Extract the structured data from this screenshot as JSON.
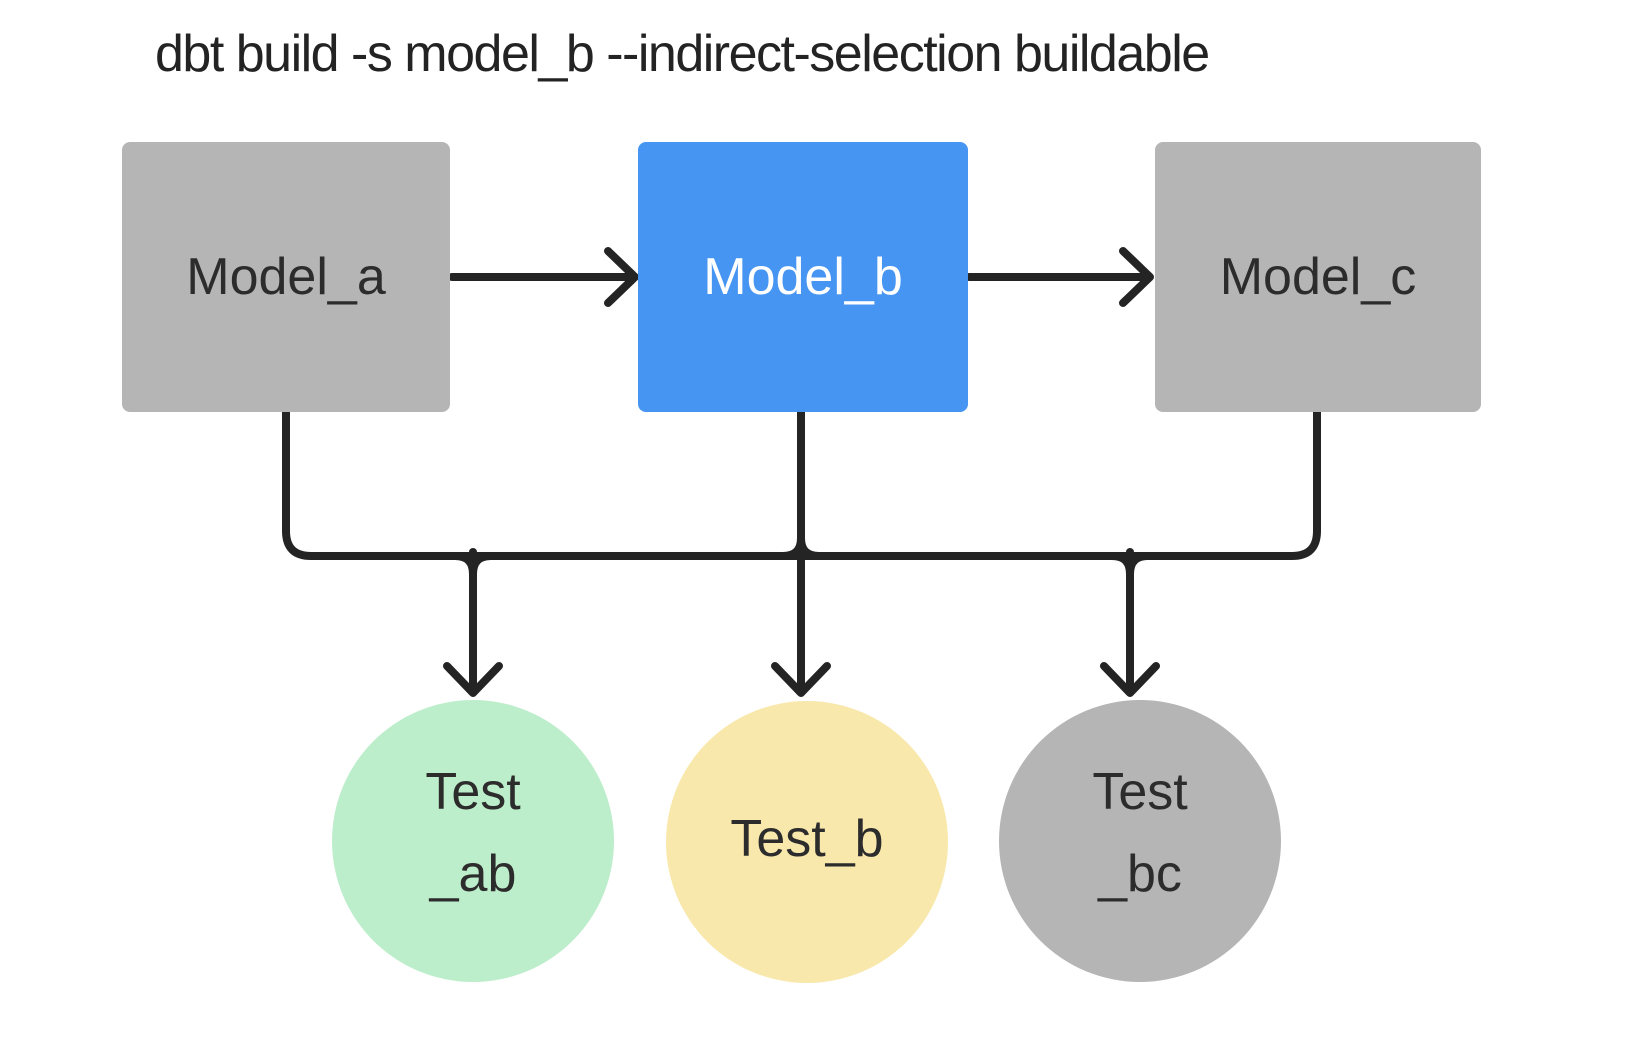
{
  "title": "dbt build -s model_b --indirect-selection buildable",
  "models": [
    {
      "label": "Model_a",
      "fill": "#b5b5b5",
      "text_color": "#2c2c2c"
    },
    {
      "label": "Model_b",
      "fill": "#4795f2",
      "text_color": "#ffffff"
    },
    {
      "label": "Model_c",
      "fill": "#b5b5b5",
      "text_color": "#2c2c2c"
    }
  ],
  "tests": [
    {
      "lines": [
        "Test",
        "_ab"
      ],
      "fill": "#bdeecb"
    },
    {
      "lines": [
        "Test_b"
      ],
      "fill": "#f9e8ac"
    },
    {
      "lines": [
        "Test",
        "_bc"
      ],
      "fill": "#b5b5b5"
    }
  ],
  "edges": [
    {
      "from": "Model_a",
      "to": "Model_b"
    },
    {
      "from": "Model_b",
      "to": "Model_c"
    },
    {
      "from": "Model_a",
      "to": "Test_ab"
    },
    {
      "from": "Model_b",
      "to": "Test_ab"
    },
    {
      "from": "Model_b",
      "to": "Test_b"
    },
    {
      "from": "Model_b",
      "to": "Test_bc"
    },
    {
      "from": "Model_c",
      "to": "Test_bc"
    }
  ],
  "colors": {
    "background": "#ffffff",
    "connector": "#242424",
    "highlight_blue": "#4795f2",
    "neutral_gray": "#b5b5b5",
    "test_green": "#bdeecb",
    "test_yellow": "#f9e8ac",
    "title_text": "#232323",
    "node_text_dark": "#2c2c2c",
    "node_text_light": "#ffffff"
  }
}
